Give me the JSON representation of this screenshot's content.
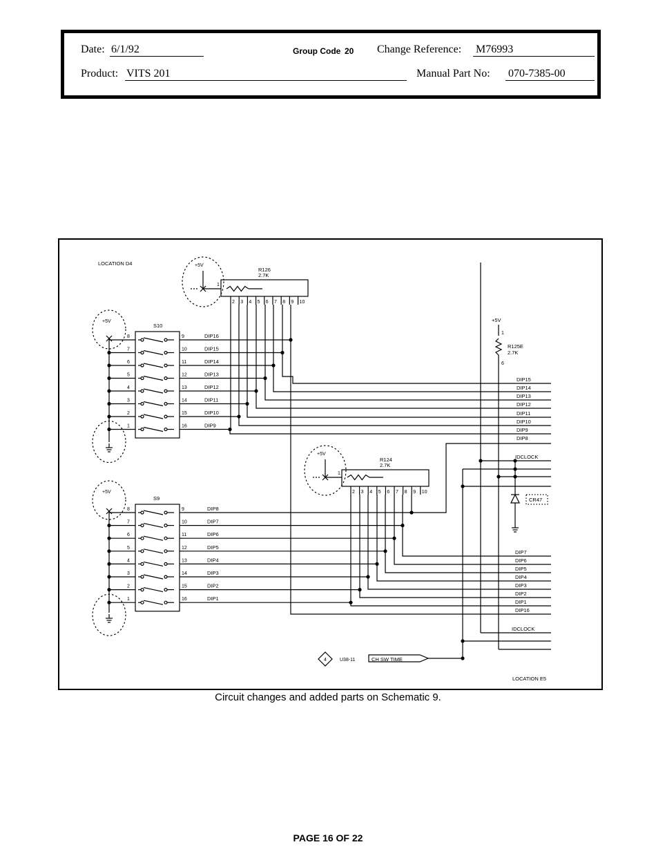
{
  "header": {
    "date_label": "Date:",
    "date": "6/1/92",
    "group_code_label": "Group Code",
    "group_code": "20",
    "change_ref_label": "Change Reference:",
    "change_ref": "M76993",
    "product_label": "Product:",
    "product": "VITS 201",
    "manual_label": "Manual Part No:",
    "manual": "070-7385-00"
  },
  "schematic": {
    "location_top": "LOCATION D4",
    "location_bottom": "LOCATION E5",
    "s10": {
      "ref": "S10",
      "supply": "+5V",
      "pins_left": [
        "8",
        "7",
        "6",
        "5",
        "4",
        "3",
        "2",
        "1"
      ],
      "pins_right": [
        "9",
        "10",
        "11",
        "12",
        "13",
        "14",
        "15",
        "16"
      ],
      "nets": [
        "DIP16",
        "DIP15",
        "DIP14",
        "DIP13",
        "DIP12",
        "DIP11",
        "DIP10",
        "DIP9"
      ]
    },
    "s9": {
      "ref": "S9",
      "supply": "+5V",
      "pins_left": [
        "8",
        "7",
        "6",
        "5",
        "4",
        "3",
        "2",
        "1"
      ],
      "pins_right": [
        "9",
        "10",
        "11",
        "12",
        "13",
        "14",
        "15",
        "16"
      ],
      "nets": [
        "DIP8",
        "DIP7",
        "DIP6",
        "DIP5",
        "DIP4",
        "DIP3",
        "DIP2",
        "DIP1"
      ]
    },
    "r126": {
      "ref": "R126",
      "value": "2.7K",
      "supply": "+5V",
      "common_pin": "1",
      "pins": [
        "2",
        "3",
        "4",
        "5",
        "6",
        "7",
        "8",
        "9",
        "10"
      ]
    },
    "r124": {
      "ref": "R124",
      "value": "2.7K",
      "supply": "+5V",
      "common_pin": "1",
      "pins": [
        "2",
        "3",
        "4",
        "5",
        "6",
        "7",
        "8",
        "9",
        "10"
      ]
    },
    "r125e": {
      "ref": "R125E",
      "value": "2.7K",
      "supply": "+5V",
      "pin_top": "1",
      "pin_bottom": "6"
    },
    "cr47": {
      "ref": "CR47"
    },
    "right_nets_top": [
      "DIP15",
      "DIP14",
      "DIP13",
      "DIP12",
      "DIP11",
      "DIP10",
      "DIP9",
      "DIP8"
    ],
    "idclock_top": "IDCLOCK",
    "right_nets_bottom": [
      "DIP7",
      "DIP6",
      "DIP5",
      "DIP4",
      "DIP3",
      "DIP2",
      "DIP1",
      "DIP16"
    ],
    "idclock_bottom": "IDCLOCK",
    "connector_num": "4",
    "connector_ref": "U38-11",
    "connector_signal": "CH SW TIME"
  },
  "caption": "Circuit changes and added parts on Schematic 9.",
  "footer": "PAGE 16 OF 22"
}
